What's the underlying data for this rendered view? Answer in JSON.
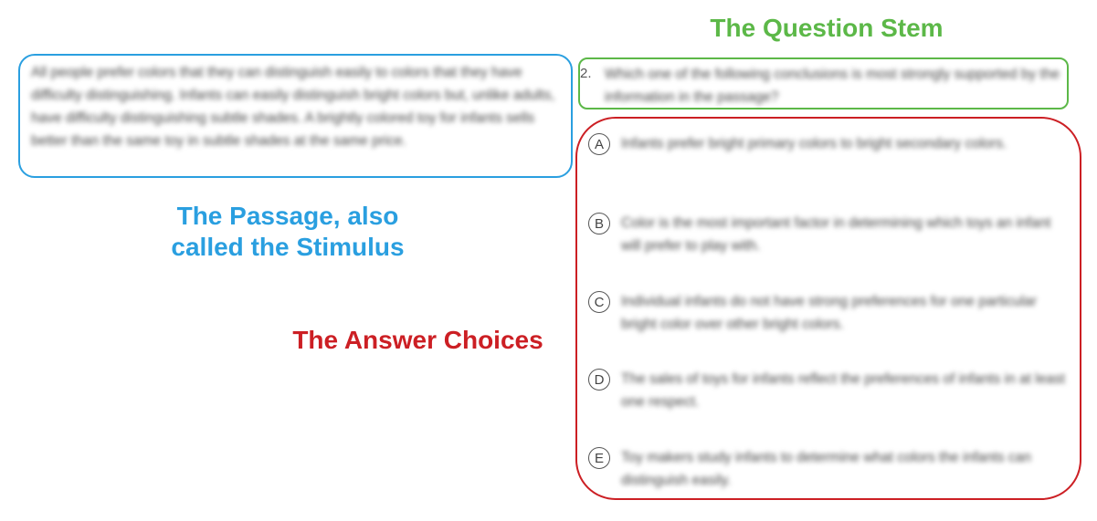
{
  "labels": {
    "question_stem": "The Question Stem",
    "passage_line1": "The Passage, also",
    "passage_line2": "called the Stimulus",
    "answer_choices": "The Answer Choices"
  },
  "passage": {
    "text": "All people prefer colors that they can distinguish easily to colors that they have difficulty distinguishing. Infants can easily distinguish bright colors but, unlike adults, have difficulty distinguishing subtle shades. A brightly colored toy for infants sells better than the same toy in subtle shades at the same price."
  },
  "question": {
    "number": "2.",
    "stem": "Which one of the following conclusions is most strongly supported by the information in the passage?"
  },
  "choices": [
    {
      "letter": "A",
      "text": "Infants prefer bright primary colors to bright secondary colors."
    },
    {
      "letter": "B",
      "text": "Color is the most important factor in determining which toys an infant will prefer to play with."
    },
    {
      "letter": "C",
      "text": "Individual infants do not have strong preferences for one particular bright color over other bright colors."
    },
    {
      "letter": "D",
      "text": "The sales of toys for infants reflect the preferences of infants in at least one respect."
    },
    {
      "letter": "E",
      "text": "Toy makers study infants to determine what colors the infants can distinguish easily."
    }
  ],
  "colors": {
    "stem_green": "#5cb848",
    "passage_blue": "#2a9fe0",
    "choices_red": "#cc1f24"
  }
}
